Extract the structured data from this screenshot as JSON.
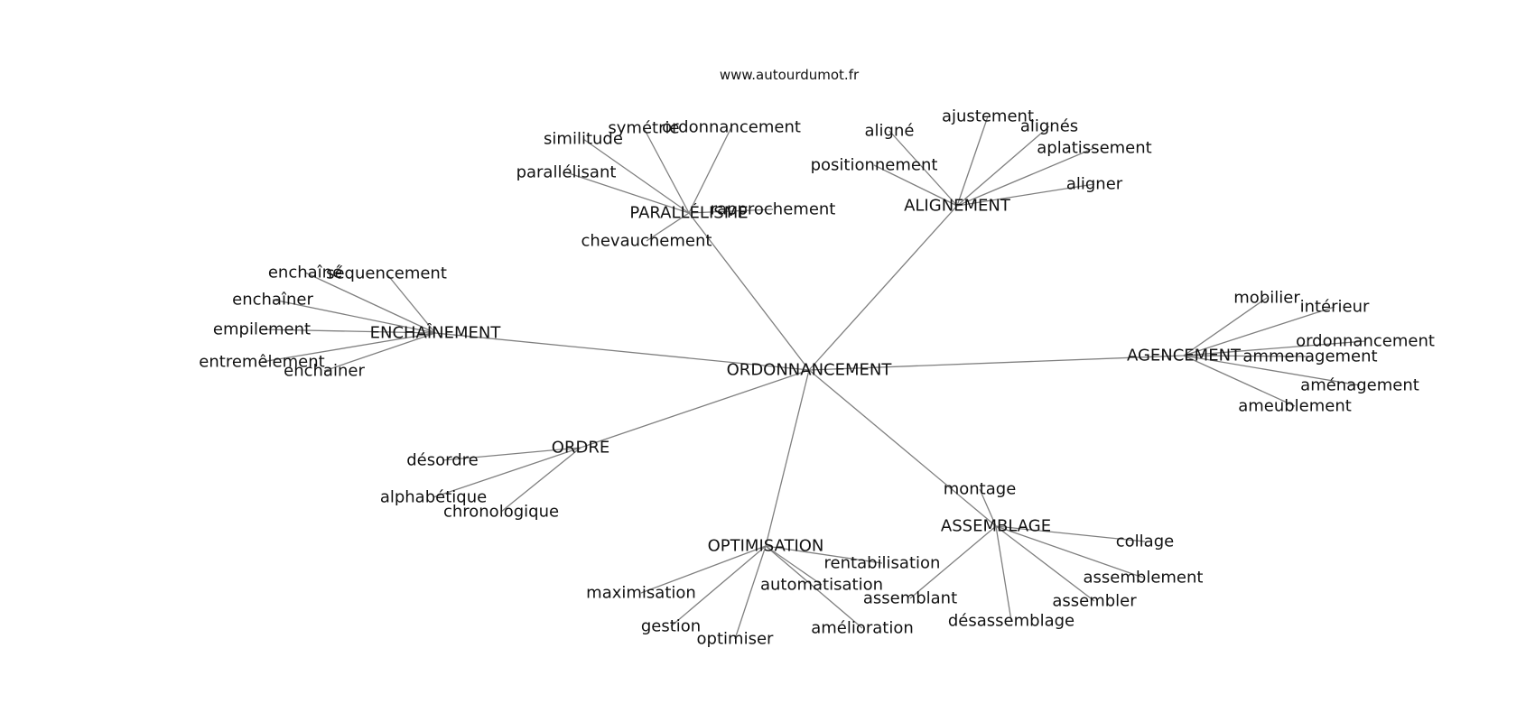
{
  "header": {
    "site": "www.autourdumot.fr"
  },
  "graph": {
    "center": "ORDONNANCEMENT",
    "groups": [
      {
        "label": "PARALLÉLISME",
        "words": [
          "symétrie",
          "ordonnancement",
          "similitude",
          "parallélisant",
          "rapprochement",
          "chevauchement"
        ]
      },
      {
        "label": "ALIGNEMENT",
        "words": [
          "aligné",
          "ajustement",
          "alignés",
          "positionnement",
          "aplatissement",
          "aligner"
        ]
      },
      {
        "label": "ENCHAÎNEMENT",
        "words": [
          "enchaîné",
          "séquencement",
          "enchaîner",
          "empilement",
          "entremêlement",
          "enchainer"
        ]
      },
      {
        "label": "AGENCEMENT",
        "words": [
          "mobilier",
          "intérieur",
          "ordonnancement",
          "aménagement",
          "ammenagement",
          "ameublement"
        ]
      },
      {
        "label": "ORDRE",
        "words": [
          "désordre",
          "alphabétique",
          "chronologique"
        ]
      },
      {
        "label": "OPTIMISATION",
        "words": [
          "rentabilisation",
          "automatisation",
          "maximisation",
          "gestion",
          "optimiser",
          "amélioration"
        ]
      },
      {
        "label": "ASSEMBLAGE",
        "words": [
          "montage",
          "collage",
          "assemblement",
          "assembler",
          "désassemblage",
          "assemblant"
        ]
      }
    ]
  }
}
